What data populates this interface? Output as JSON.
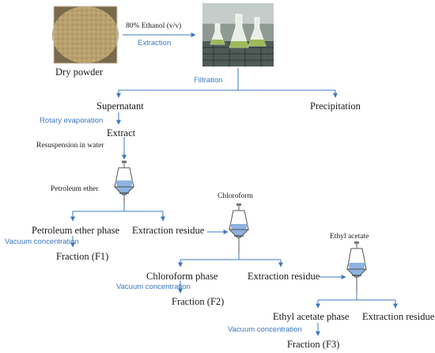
{
  "materials": {
    "dry_powder": "Dry powder",
    "solvent": "80% Ethanol (v/v)",
    "supernatant": "Supernatant",
    "precipitation": "Precipitation",
    "extract": "Extract"
  },
  "steps": {
    "extraction": "Extraction",
    "filtration": "Filtration",
    "rotary": "Rotary evaporation",
    "resuspension": "Resuspension in water",
    "vacuum": "Vacuum concentration"
  },
  "funnel1": {
    "solvent": "Petroleum ether",
    "phase": "Petroleum ether phase",
    "residue": "Extraction residue",
    "fraction": "Fraction (F1)"
  },
  "funnel2": {
    "solvent": "Chloroform",
    "phase": "Chloroform phase",
    "residue": "Extraction residue",
    "fraction": "Fraction (F2)"
  },
  "funnel3": {
    "solvent": "Ethyl acetate",
    "phase": "Ethyl acetate phase",
    "residue": "Extraction residue",
    "fraction": "Fraction (F3)"
  },
  "colors": {
    "line": "#3b78c2",
    "step_text": "#3b78c2",
    "liquid": "#8fb3e0",
    "powder": "#b8a16e"
  }
}
